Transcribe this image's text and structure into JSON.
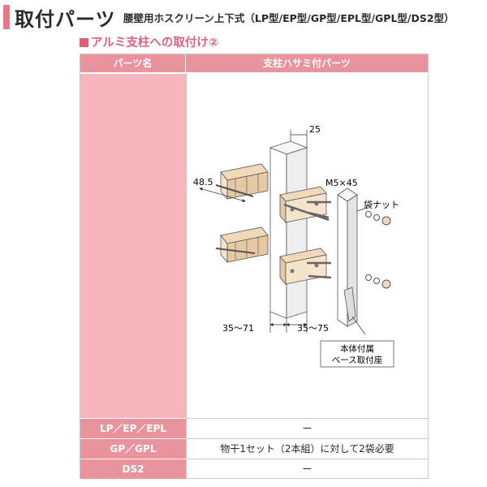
{
  "header": {
    "title": "取付パーツ",
    "subtitle": "腰壁用ホスクリーン上下式（LP型/EP型/GP型/EPL型/GPL型/DS2型）"
  },
  "section": {
    "title": "アルミ支柱への取付け②"
  },
  "table": {
    "col_headers": [
      "パーツ名",
      "支柱ハサミ付パーツ"
    ],
    "rows": [
      {
        "model": "LP／EP／EPL",
        "value": "ー"
      },
      {
        "model": "GP／GPL",
        "value": "物干1セット（2本組）に対して2袋必要"
      },
      {
        "model": "DS2",
        "value": "ー"
      }
    ]
  },
  "diagram": {
    "dims": {
      "bracket_width": "48.5",
      "top_width": "25",
      "bolt": "M5×45",
      "nut": "袋ナット",
      "post_range_left": "35～71",
      "post_range_right": "35～75"
    },
    "callout_line1": "本体付属",
    "callout_line2": "ベース取付座"
  },
  "colors": {
    "accent": "#e0607a",
    "header_pink": "#e9949d",
    "cell_pink": "#f7b6bc",
    "bracket_tan": "#f0d9b8"
  }
}
